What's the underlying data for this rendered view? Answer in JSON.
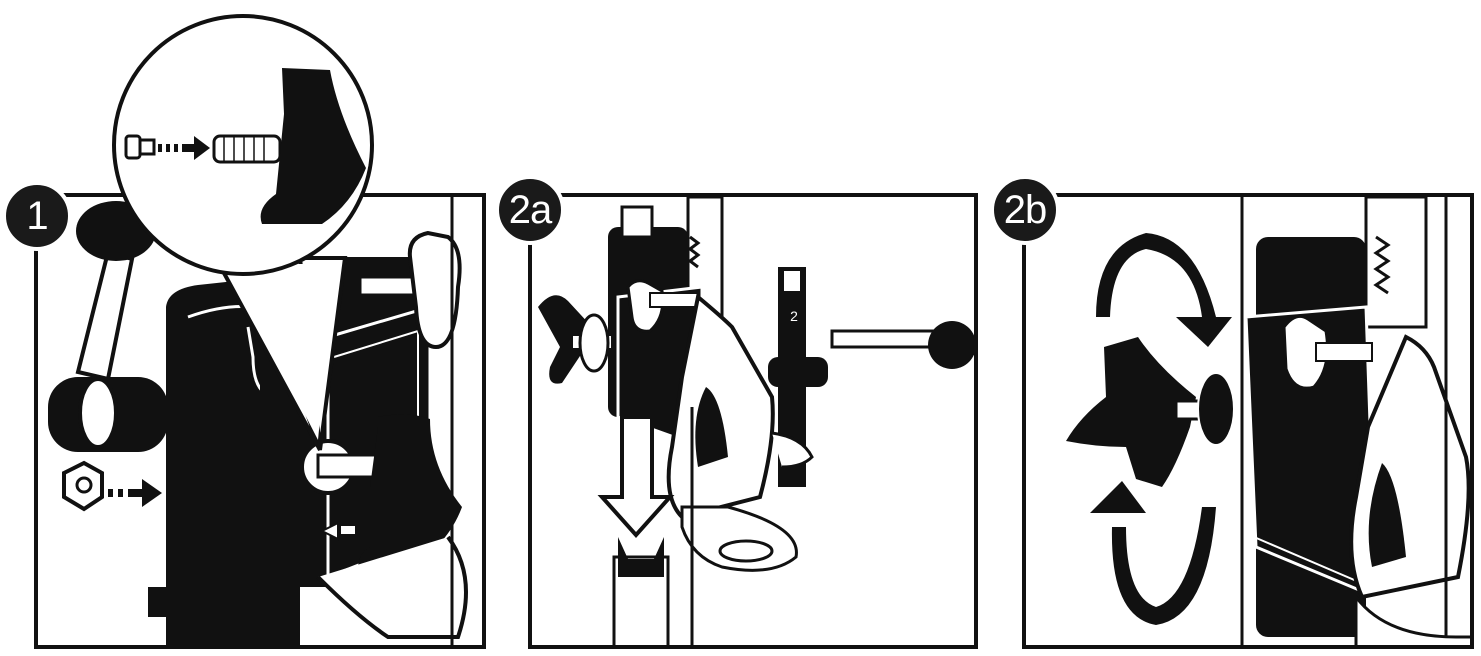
{
  "steps": [
    {
      "id": "1",
      "label": "1"
    },
    {
      "id": "2a",
      "label": "2a"
    },
    {
      "id": "2b",
      "label": "2b"
    }
  ],
  "scale_marking": "2",
  "colors": {
    "ink": "#111111",
    "paper": "#ffffff",
    "badge": "#1a1a1a"
  }
}
